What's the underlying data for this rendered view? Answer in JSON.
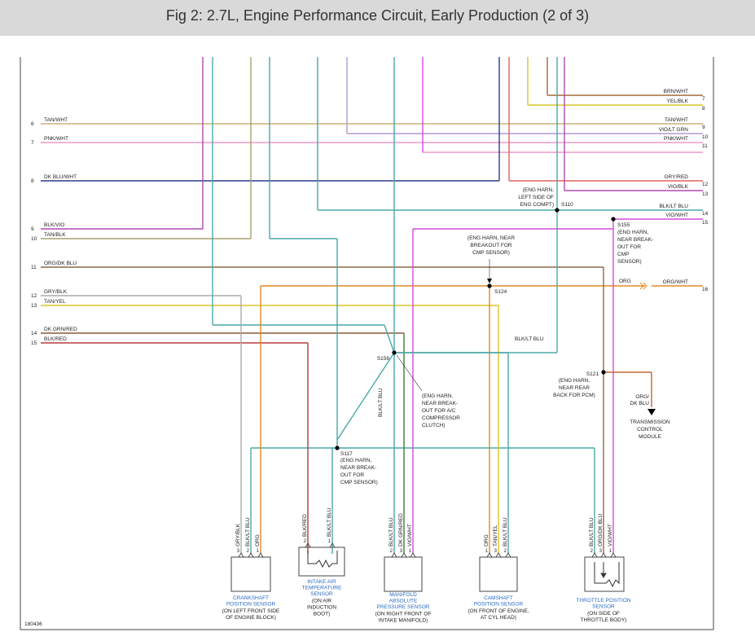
{
  "title": "Fig 2: 2.7L, Engine Performance Circuit, Early Production (2 of 3)",
  "figure_id": "180436",
  "colors": {
    "tan": "#c8b37a",
    "pink": "#ee9ac8",
    "darkblue": "#2f3b8a",
    "violet": "#b04ab0",
    "teal": "#4aa8a8",
    "gray": "#aaaaaa",
    "yellow": "#d9c52a",
    "orange": "#e38a1e",
    "brown": "#a56a3a",
    "darkgreen": "#3f7a3a",
    "red": "#b83a3a",
    "magenta": "#d94ad9",
    "salmon": "#e06060",
    "lavender": "#b49ad0",
    "olive": "#8a7a3a"
  },
  "left_wires": [
    {
      "num": "6",
      "label": "TAN/WHT"
    },
    {
      "num": "7",
      "label": "PNK/WHT"
    },
    {
      "num": "8",
      "label": "DK BLU/WHT"
    },
    {
      "num": "9",
      "label": "BLK/VIO"
    },
    {
      "num": "10",
      "label": "TAN/BLK"
    },
    {
      "num": "11",
      "label": "ORG/DK BLU"
    },
    {
      "num": "12",
      "label": "GRY/BLK"
    },
    {
      "num": "13",
      "label": "TAN/YEL"
    },
    {
      "num": "14",
      "label": "DK GRN/RED"
    },
    {
      "num": "15",
      "label": "BLK/RED"
    }
  ],
  "right_wires": [
    {
      "num": "7",
      "label": "BRN/WHT"
    },
    {
      "num": "8",
      "label": "YEL/BLK"
    },
    {
      "num": "9",
      "label": "TAN/WHT"
    },
    {
      "num": "10",
      "label": "VIO/LT GRN"
    },
    {
      "num": "11",
      "label": "PNK/WHT"
    },
    {
      "num": "12",
      "label": "GRY/RED"
    },
    {
      "num": "13",
      "label": "VIO/BLK"
    },
    {
      "num": "14",
      "label": "BLK/LT BLU"
    },
    {
      "num": "15",
      "label": "VIO/WHT"
    },
    {
      "num": "16",
      "label": "ORG/WHT"
    }
  ],
  "splices": {
    "s110": {
      "id": "S110",
      "note": [
        "(ENG HARN,",
        "LEFT SIDE OF",
        "ENG COMPT)"
      ]
    },
    "s155": {
      "id": "S155",
      "note": [
        "(ENG HARN,",
        "NEAR BREAK-",
        "OUT FOR",
        "CMP",
        "SENSOR)"
      ]
    },
    "s124": {
      "id": "S124",
      "note": [
        "(ENG HARN, NEAR",
        "BREAKOUT FOR",
        "CMP SENSOR)"
      ]
    },
    "s156": {
      "id": "S156",
      "note": [
        "(ENG HARN,",
        "NEAR BREAK-",
        "OUT FOR A/C",
        "COMPRESSOR",
        "CLUTCH)"
      ]
    },
    "s121": {
      "id": "S121",
      "note": [
        "(ENG HARN,",
        "NEAR REAR",
        "BACK FOR PCM)"
      ]
    },
    "s117": {
      "id": "S117",
      "note": [
        "(ENG HARN,",
        "NEAR BREAK-",
        "OUT FOR",
        "CMP SENSOR)"
      ]
    }
  },
  "inline_labels": {
    "org": "ORG",
    "blk_lt_blu": "BLK/LT BLU",
    "blk_lt_blu_vertical": "BLK/LT BLU",
    "org_dk_blu": [
      "ORG/",
      "DK BLU"
    ]
  },
  "tcm": {
    "lines": [
      "TRANSMISSION",
      "CONTROL",
      "MODULE"
    ]
  },
  "components": [
    {
      "key": "ckp",
      "name": [
        "CRANKSHAFT",
        "POSITION SENSOR"
      ],
      "loc": [
        "(ON LEFT FRONT SIDE",
        "OF ENGINE BLOCK)"
      ],
      "pins": [
        {
          "n": "3",
          "wire": "GRY/BLK"
        },
        {
          "n": "2",
          "wire": "BLK/LT BLU"
        },
        {
          "n": "1",
          "wire": "ORG"
        }
      ]
    },
    {
      "key": "iat",
      "name": [
        "INTAKE AIR",
        "TEMPERATURE",
        "SENSOR"
      ],
      "loc": [
        "(ON AIR",
        "INDUCTION",
        "BOOT)"
      ],
      "pins": [
        {
          "n": "2",
          "wire": "BLK/RED"
        },
        {
          "n": "1",
          "wire": "BLK/LT BLU"
        }
      ]
    },
    {
      "key": "map",
      "name": [
        "MANIFOLD",
        "ABSOLUTE",
        "PRESSURE SENSOR"
      ],
      "loc": [
        "(ON RIGHT FRONT OF",
        "INTAKE MANIFOLD)"
      ],
      "pins": [
        {
          "n": "2",
          "wire": "BLK/LT BLU"
        },
        {
          "n": "3",
          "wire": "DK GRN/RED"
        },
        {
          "n": "1",
          "wire": "VIO/WHT"
        }
      ]
    },
    {
      "key": "cmp",
      "name": [
        "CAMSHAFT",
        "POSITION SENSOR"
      ],
      "loc": [
        "(ON FRONT OF ENGINE,",
        "AT CYL HEAD)"
      ],
      "pins": [
        {
          "n": "1",
          "wire": "ORG"
        },
        {
          "n": "3",
          "wire": "TAN/YEL"
        },
        {
          "n": "2",
          "wire": "BLK/LT BLU"
        }
      ]
    },
    {
      "key": "tps",
      "name": [
        "THROTTLE POSITION",
        "SENSOR"
      ],
      "loc": [
        "(ON SIDE OF",
        "THROTTLE BODY)"
      ],
      "pins": [
        {
          "n": "2",
          "wire": "BLK/LT BLU"
        },
        {
          "n": "3",
          "wire": "ORG/DK BLU"
        },
        {
          "n": "1",
          "wire": "VIO/WHT"
        }
      ]
    }
  ]
}
